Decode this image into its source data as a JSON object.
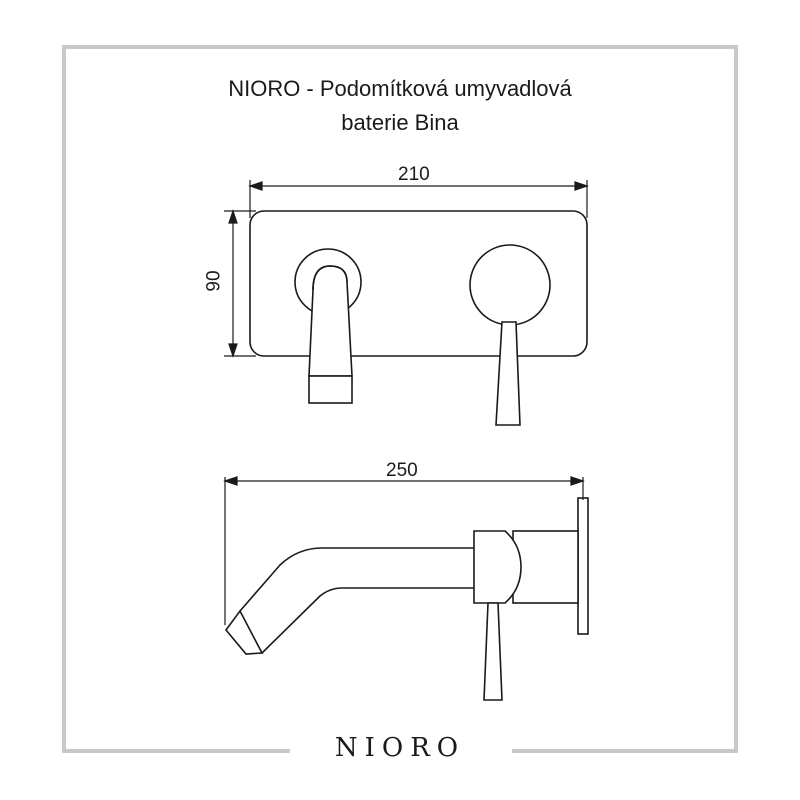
{
  "title": {
    "line1": "NIORO - Podomítková umyvadlová",
    "line2": "baterie Bina"
  },
  "dimensions": {
    "width": "210",
    "height": "90",
    "projection": "250"
  },
  "brand": "NIORO",
  "colors": {
    "frame": "#c8c8c8",
    "stroke": "#1a1a1a",
    "background": "#ffffff"
  }
}
